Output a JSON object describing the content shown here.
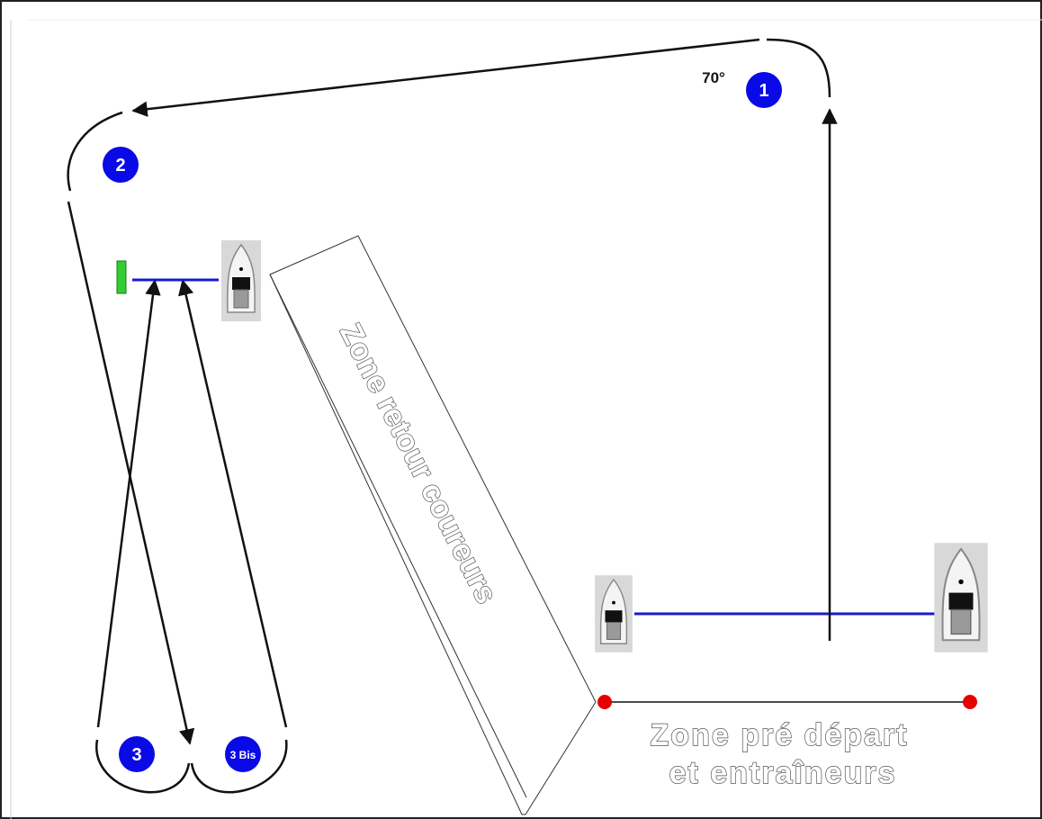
{
  "angle_label": "70°",
  "marks": {
    "m1": "1",
    "m2": "2",
    "m3": "3",
    "m3bis": "3 Bis"
  },
  "zones": {
    "return_zone": "Zone retour coureurs",
    "pre_start_line1": "Zone pré départ",
    "pre_start_line2": "et entraîneurs"
  },
  "colors": {
    "mark": "#0a0ae6",
    "line": "#1a1ad0",
    "buoy_red": "#e60000",
    "finish_mark": "#33cc33",
    "course": "#111111"
  }
}
